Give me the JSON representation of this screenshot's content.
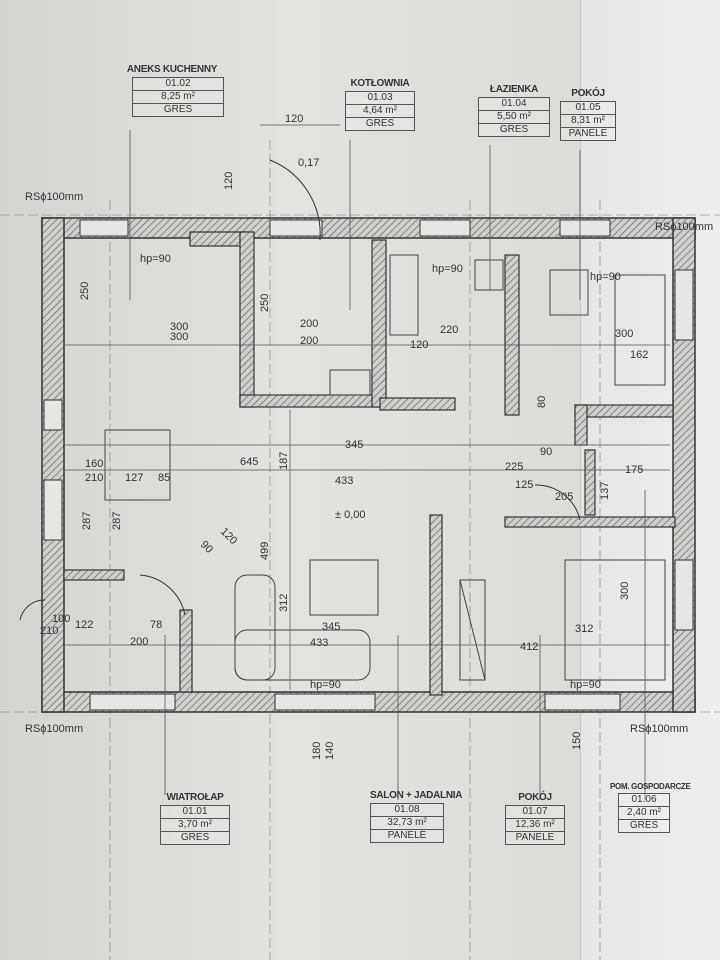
{
  "rooms": [
    {
      "name": "ANEKS KUCHENNY",
      "number": "01.02",
      "area": "8,25 m²",
      "floor": "GRES"
    },
    {
      "name": "KOTŁOWNIA",
      "number": "01.03",
      "area": "4,64 m²",
      "floor": "GRES"
    },
    {
      "name": "ŁAZIENKA",
      "number": "01.04",
      "area": "5,50 m²",
      "floor": "GRES"
    },
    {
      "name": "POKÓJ",
      "number": "01.05",
      "area": "8,31 m²",
      "floor": "PANELE"
    },
    {
      "name": "WIATROŁAP",
      "number": "01.01",
      "area": "3,70 m²",
      "floor": "GRES"
    },
    {
      "name": "SALON + JADALNIA",
      "number": "01.08",
      "area": "32,73 m²",
      "floor": "PANELE"
    },
    {
      "name": "POKÓJ",
      "number": "01.07",
      "area": "12,36 m²",
      "floor": "PANELE"
    },
    {
      "name": "POM. GOSPODARCZE",
      "number": "01.06",
      "area": "2,40 m²",
      "floor": "GRES"
    }
  ],
  "annotations": {
    "rs_top_left": "RSϕ100mm",
    "rs_top_right": "RSϕ100mm",
    "rs_bottom_left": "RSϕ100mm",
    "rs_bottom_right": "RSϕ100mm",
    "level": "± 0,00",
    "top_dim": "120",
    "top_dim_v": "120",
    "slope": "0,17",
    "hp_kitchen": "hp=90",
    "hp_bath": "hp=90",
    "hp_room": "hp=90",
    "hp_salon": "hp=90",
    "hp_room2": "hp=90"
  },
  "dimensions": [
    "300",
    "300",
    "250",
    "250",
    "200",
    "200",
    "220",
    "120",
    "300",
    "162",
    "345",
    "645",
    "433",
    "187",
    "499",
    "312",
    "345",
    "433",
    "412",
    "312",
    "300",
    "287",
    "287",
    "122",
    "78",
    "200",
    "120",
    "90",
    "85",
    "127",
    "160",
    "210",
    "175",
    "137",
    "225",
    "125",
    "90",
    "80",
    "205",
    "100",
    "210",
    "180",
    "140",
    "150"
  ]
}
